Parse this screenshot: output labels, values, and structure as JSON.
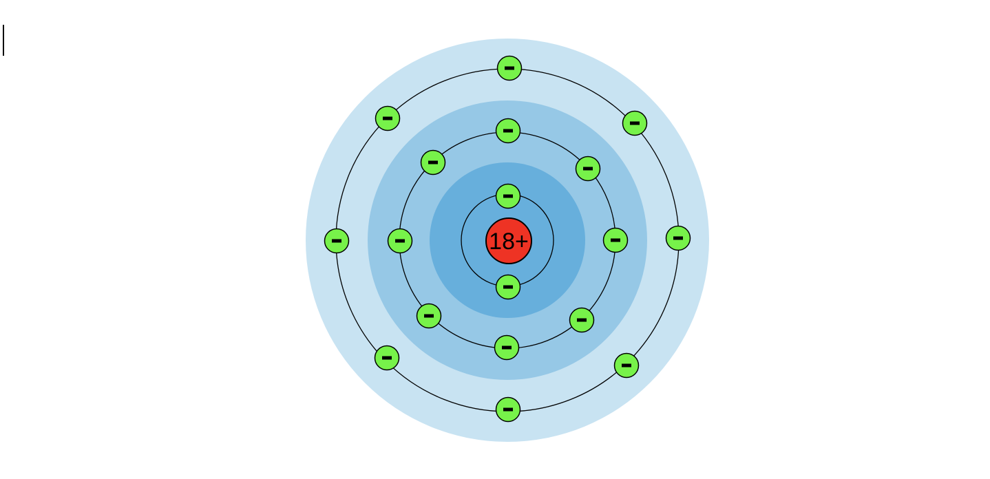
{
  "diagram": {
    "type": "bohr-atom-model",
    "nucleus": {
      "label": "18+",
      "color": "#ee3324"
    },
    "electron": {
      "symbol": "–",
      "color": "#77f24a"
    },
    "colors": {
      "shell_1": "#67afdc",
      "shell_2": "#96c8e6",
      "shell_3": "#c8e3f2",
      "orbit_line": "#000000"
    },
    "shells": [
      {
        "name": "shell-1",
        "electrons": 2
      },
      {
        "name": "shell-2",
        "electrons": 8
      },
      {
        "name": "shell-3",
        "electrons": 8
      }
    ]
  }
}
